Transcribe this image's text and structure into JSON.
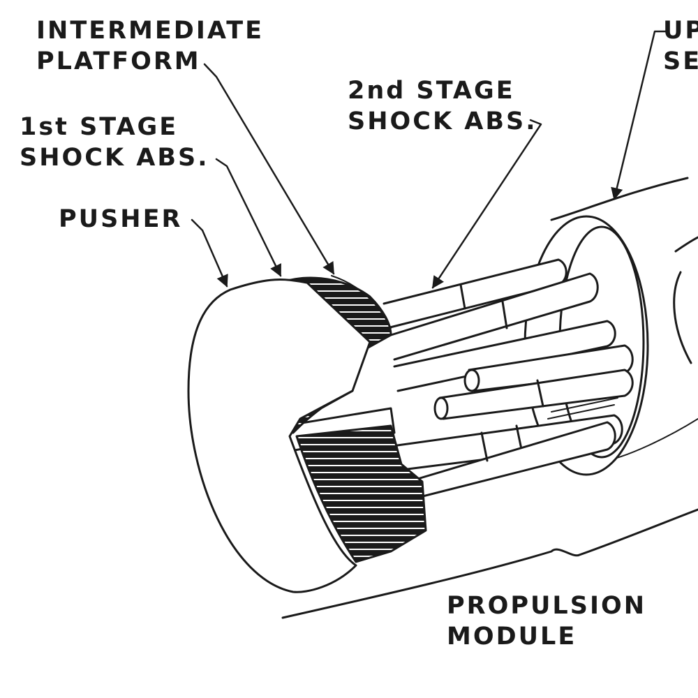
{
  "labels": {
    "intermediate_platform": [
      "INTERMEDIATE",
      "PLATFORM"
    ],
    "upper_section": [
      "UP",
      "SE"
    ],
    "second_stage_shock_abs": [
      "2nd STAGE",
      "SHOCK ABS."
    ],
    "first_stage_shock_abs": [
      "1st STAGE",
      "SHOCK ABS."
    ],
    "pusher": "PUSHER",
    "propulsion_module": [
      "PROPULSION",
      "MODULE"
    ]
  },
  "colors": {
    "ink": "#1a1a1a",
    "paper": "#ffffff"
  }
}
